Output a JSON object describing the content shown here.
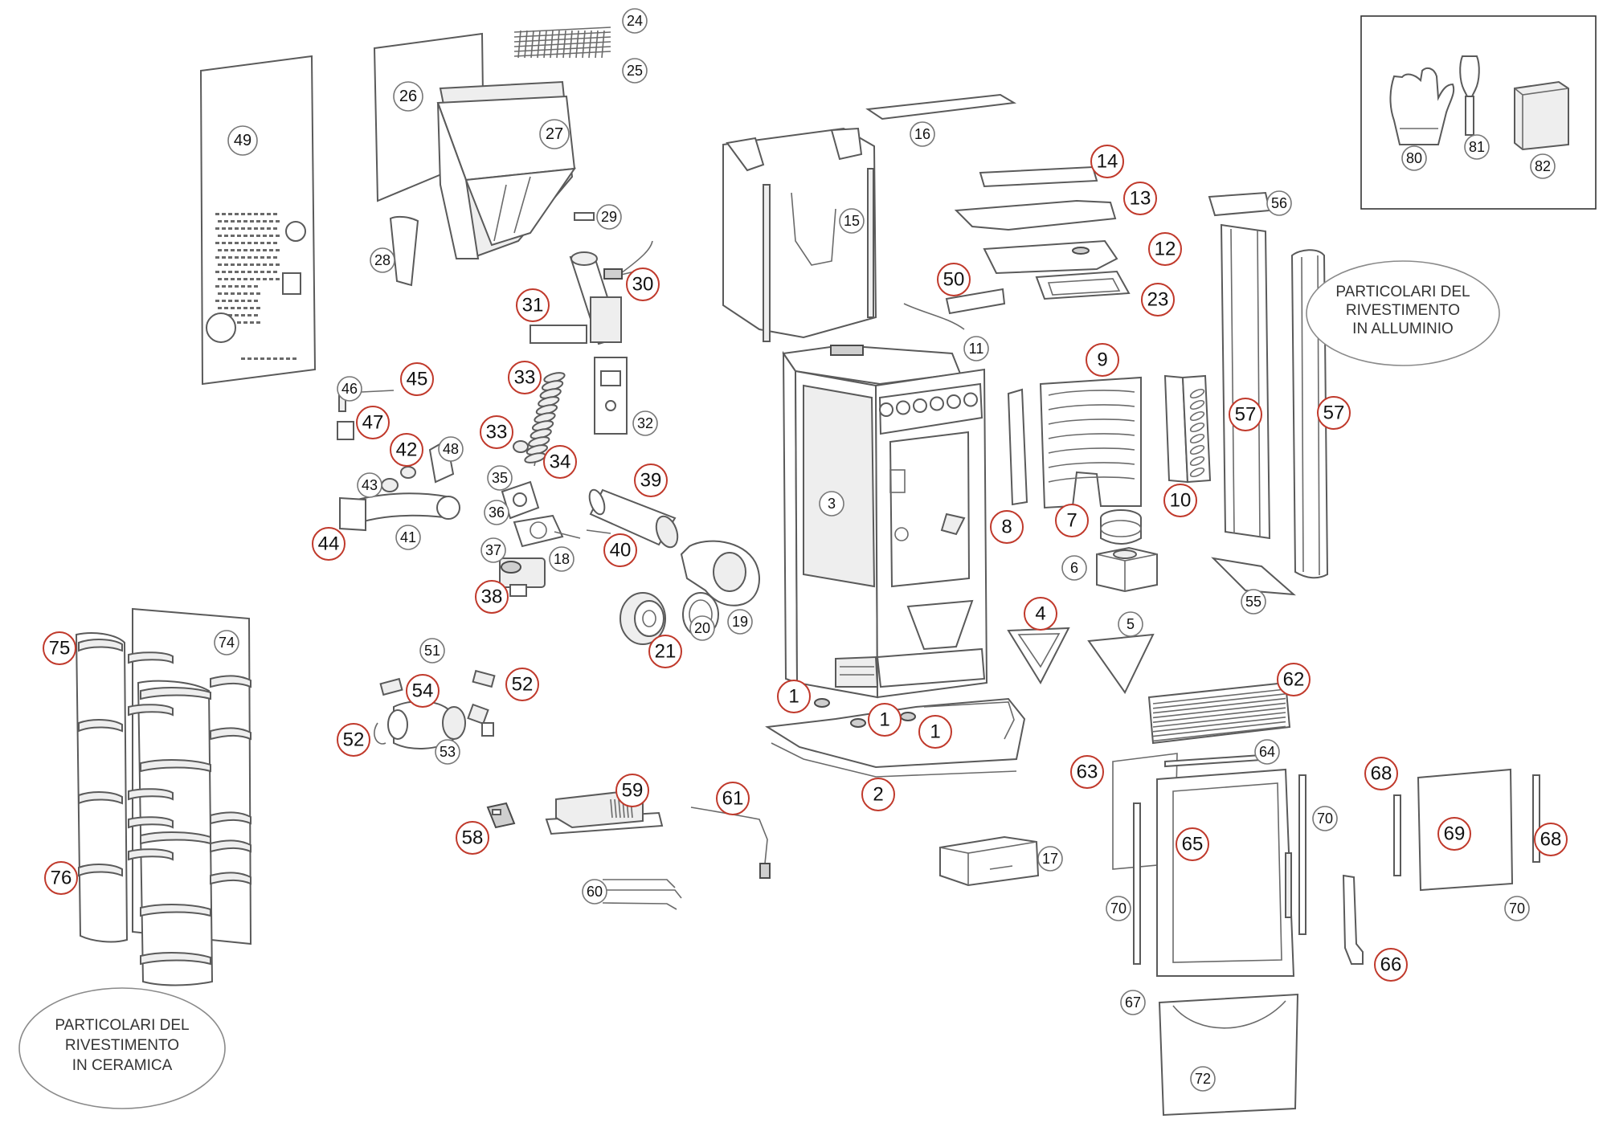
{
  "diagram": {
    "notes": {
      "aluminium": [
        "PARTICOLARI DEL",
        "RIVESTIMENTO",
        "IN ALLUMINIO"
      ],
      "ceramic": [
        "PARTICOLARI DEL",
        "RIVESTIMENTO",
        "IN CERAMICA"
      ]
    },
    "callouts": [
      {
        "id": "c24",
        "label": "24"
      },
      {
        "id": "c25",
        "label": "25"
      },
      {
        "id": "c26",
        "label": "26"
      },
      {
        "id": "c27",
        "label": "27"
      },
      {
        "id": "c49",
        "label": "49"
      },
      {
        "id": "c28",
        "label": "28"
      },
      {
        "id": "c29",
        "label": "29"
      },
      {
        "id": "c30",
        "label": "30"
      },
      {
        "id": "c31",
        "label": "31"
      },
      {
        "id": "c16",
        "label": "16"
      },
      {
        "id": "c14",
        "label": "14"
      },
      {
        "id": "c13",
        "label": "13"
      },
      {
        "id": "c15",
        "label": "15"
      },
      {
        "id": "c12",
        "label": "12"
      },
      {
        "id": "c50",
        "label": "50"
      },
      {
        "id": "c23",
        "label": "23"
      },
      {
        "id": "c56",
        "label": "56"
      },
      {
        "id": "c80",
        "label": "80"
      },
      {
        "id": "c81",
        "label": "81"
      },
      {
        "id": "c82",
        "label": "82"
      },
      {
        "id": "c57a",
        "label": "57"
      },
      {
        "id": "c57b",
        "label": "57"
      },
      {
        "id": "c11",
        "label": "11"
      },
      {
        "id": "c9",
        "label": "9"
      },
      {
        "id": "c46",
        "label": "46"
      },
      {
        "id": "c45",
        "label": "45"
      },
      {
        "id": "c33a",
        "label": "33"
      },
      {
        "id": "c32",
        "label": "32"
      },
      {
        "id": "c47",
        "label": "47"
      },
      {
        "id": "c33b",
        "label": "33"
      },
      {
        "id": "c42",
        "label": "42"
      },
      {
        "id": "c48",
        "label": "48"
      },
      {
        "id": "c34",
        "label": "34"
      },
      {
        "id": "c43",
        "label": "43"
      },
      {
        "id": "c35",
        "label": "35"
      },
      {
        "id": "c39",
        "label": "39"
      },
      {
        "id": "c3",
        "label": "3"
      },
      {
        "id": "c10",
        "label": "10"
      },
      {
        "id": "c8",
        "label": "8"
      },
      {
        "id": "c7",
        "label": "7"
      },
      {
        "id": "c44",
        "label": "44"
      },
      {
        "id": "c41",
        "label": "41"
      },
      {
        "id": "c36",
        "label": "36"
      },
      {
        "id": "c37",
        "label": "37"
      },
      {
        "id": "c18",
        "label": "18"
      },
      {
        "id": "c40",
        "label": "40"
      },
      {
        "id": "c6",
        "label": "6"
      },
      {
        "id": "c38",
        "label": "38"
      },
      {
        "id": "c19",
        "label": "19"
      },
      {
        "id": "c20",
        "label": "20"
      },
      {
        "id": "c55",
        "label": "55"
      },
      {
        "id": "c4",
        "label": "4"
      },
      {
        "id": "c5",
        "label": "5"
      },
      {
        "id": "c75",
        "label": "75"
      },
      {
        "id": "c74",
        "label": "74"
      },
      {
        "id": "c21",
        "label": "21"
      },
      {
        "id": "c51",
        "label": "51"
      },
      {
        "id": "c62",
        "label": "62"
      },
      {
        "id": "c52a",
        "label": "52"
      },
      {
        "id": "c54",
        "label": "54"
      },
      {
        "id": "c1a",
        "label": "1"
      },
      {
        "id": "c1b",
        "label": "1"
      },
      {
        "id": "c1c",
        "label": "1"
      },
      {
        "id": "c52b",
        "label": "52"
      },
      {
        "id": "c53",
        "label": "53"
      },
      {
        "id": "c63",
        "label": "63"
      },
      {
        "id": "c64",
        "label": "64"
      },
      {
        "id": "c2",
        "label": "2"
      },
      {
        "id": "c68a",
        "label": "68"
      },
      {
        "id": "c59",
        "label": "59"
      },
      {
        "id": "c61",
        "label": "61"
      },
      {
        "id": "c70a",
        "label": "70"
      },
      {
        "id": "c58",
        "label": "58"
      },
      {
        "id": "c69",
        "label": "69"
      },
      {
        "id": "c68b",
        "label": "68"
      },
      {
        "id": "c65",
        "label": "65"
      },
      {
        "id": "c17",
        "label": "17"
      },
      {
        "id": "c76",
        "label": "76"
      },
      {
        "id": "c60",
        "label": "60"
      },
      {
        "id": "c70b",
        "label": "70"
      },
      {
        "id": "c70c",
        "label": "70"
      },
      {
        "id": "c66",
        "label": "66"
      },
      {
        "id": "c67",
        "label": "67"
      },
      {
        "id": "c72",
        "label": "72"
      }
    ]
  }
}
